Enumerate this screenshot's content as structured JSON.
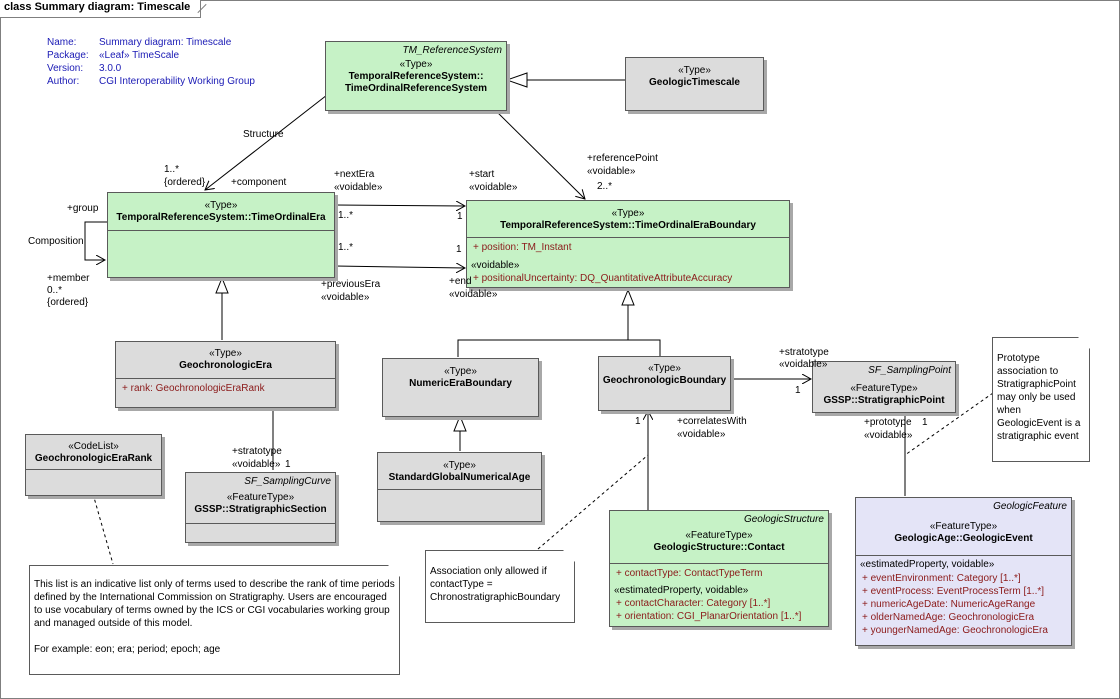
{
  "diagram": {
    "title": "class Summary diagram: Timescale"
  },
  "info": {
    "name_key": "Name:",
    "name_val": "Summary diagram: Timescale",
    "package_key": "Package:",
    "package_val": "«Leaf» TimeScale",
    "version_key": "Version:",
    "version_val": "3.0.0",
    "author_key": "Author:",
    "author_val": "CGI Interoperability Working Group"
  },
  "classes": {
    "trs": {
      "pkg": "TM_ReferenceSystem",
      "stereotype": "«Type»",
      "name1": "TemporalReferenceSystem::",
      "name2": "TimeOrdinalReferenceSystem"
    },
    "gts": {
      "stereotype": "«Type»",
      "name": "GeologicTimescale"
    },
    "toe": {
      "stereotype": "«Type»",
      "name": "TemporalReferenceSystem::TimeOrdinalEra"
    },
    "toeb": {
      "stereotype": "«Type»",
      "name": "TemporalReferenceSystem::TimeOrdinalEraBoundary",
      "attr1": "+   position:  TM_Instant",
      "voidable": "«voidable»",
      "attr2": "+   positionalUncertainty:  DQ_QuantitativeAttributeAccuracy"
    },
    "ge": {
      "stereotype": "«Type»",
      "name": "GeochronologicEra",
      "attr1": "+   rank:  GeochronologicEraRank"
    },
    "neb": {
      "stereotype": "«Type»",
      "name": "NumericEraBoundary"
    },
    "gb": {
      "stereotype": "«Type»",
      "name": "GeochronologicBoundary"
    },
    "sp": {
      "pkg": "SF_SamplingPoint",
      "stereotype": "«FeatureType»",
      "name": "GSSP::StratigraphicPoint"
    },
    "sgna": {
      "stereotype": "«Type»",
      "name": "StandardGlobalNumericalAge"
    },
    "ger": {
      "stereotype": "«CodeList»",
      "name": "GeochronologicEraRank"
    },
    "ss": {
      "pkg": "SF_SamplingCurve",
      "stereotype": "«FeatureType»",
      "name": "GSSP::StratigraphicSection"
    },
    "contact": {
      "pkg": "GeologicStructure",
      "stereotype": "«FeatureType»",
      "name": "GeologicStructure::Contact",
      "attr1": "+   contactType:  ContactTypeTerm",
      "section": "«estimatedProperty, voidable»",
      "attr2": "+   contactCharacter:  Category [1..*]",
      "attr3": "+   orientation:  CGI_PlanarOrientation [1..*]"
    },
    "gev": {
      "pkg": "GeologicFeature",
      "stereotype": "«FeatureType»",
      "name": "GeologicAge::GeologicEvent",
      "section": "«estimatedProperty, voidable»",
      "attrs": [
        "+   eventEnvironment:  Category [1..*]",
        "+   eventProcess:  EventProcessTerm [1..*]",
        "+   numericAgeDate:  NumericAgeRange",
        "+   olderNamedAge:  GeochronologicEra",
        "+   youngerNamedAge:  GeochronologicEra"
      ]
    }
  },
  "notes": {
    "list_note": {
      "p1": "This list is an indicative list only of terms used to describe the rank of time periods defined by the International Commission on Stratigraphy.  Users are encouraged to use vocabulary of terms owned by the ICS or CGI vocabularies working group and managed outside of this model.",
      "p2": "For example: eon; era; period; epoch; age"
    },
    "assoc_note": "Association only allowed if contactType = ChronostratigraphicBoundary",
    "proto_note": "Prototype association to StratigraphicPoint may only be used when GeologicEvent is a stratigraphic event"
  },
  "labels": {
    "structure": "Structure",
    "mult_1star_ordered": "1..*",
    "ordered1": "{ordered}",
    "component": "+component",
    "group": "+group",
    "composition": "Composition",
    "member": "+member",
    "mult_0star": "0..*",
    "ordered2": "{ordered}",
    "nextEra": "+nextEra",
    "voidable_ne": "«voidable»",
    "mult_ne": "1..*",
    "mult_pe": "1..*",
    "previousEra": "+previousEra",
    "voidable_pe": "«voidable»",
    "start": "+start",
    "voidable_start": "«voidable»",
    "mult_start": "1",
    "mult_end": "1",
    "end": "+end",
    "voidable_end": "«voidable»",
    "referencePoint": "+referencePoint",
    "voidable_ref": "«voidable»",
    "mult_ref": "2..*",
    "stratotype1": "+stratotype",
    "voidable_st1": "«voidable»",
    "mult_st1": "1",
    "stratotype2": "+stratotype",
    "voidable_st2": "«voidable»",
    "mult_st2": "1",
    "prototype": "+prototype",
    "mult_proto": "1",
    "voidable_proto": "«voidable»",
    "correlatesWith": "+correlatesWith",
    "voidable_corr": "«voidable»",
    "mult_corr": "1"
  },
  "colors": {
    "green": "#c6f2c6",
    "gray": "#dcdcdc",
    "lavender": "#e4e4f7",
    "attr": "#8b1a1a",
    "info": "#1b1bb5"
  }
}
